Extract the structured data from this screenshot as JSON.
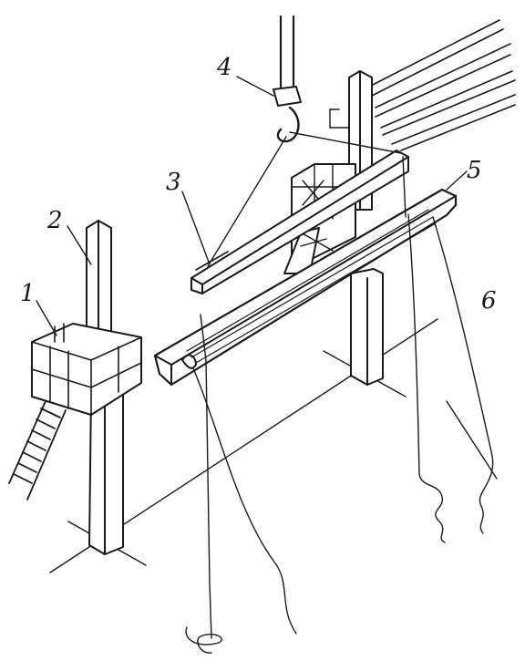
{
  "callouts": {
    "c1": "1",
    "c2": "2",
    "c3": "3",
    "c4": "4",
    "c5": "5",
    "c6": "6"
  },
  "style": {
    "ink_color": "#1a1a1a",
    "paper_color": "#ffffff"
  }
}
